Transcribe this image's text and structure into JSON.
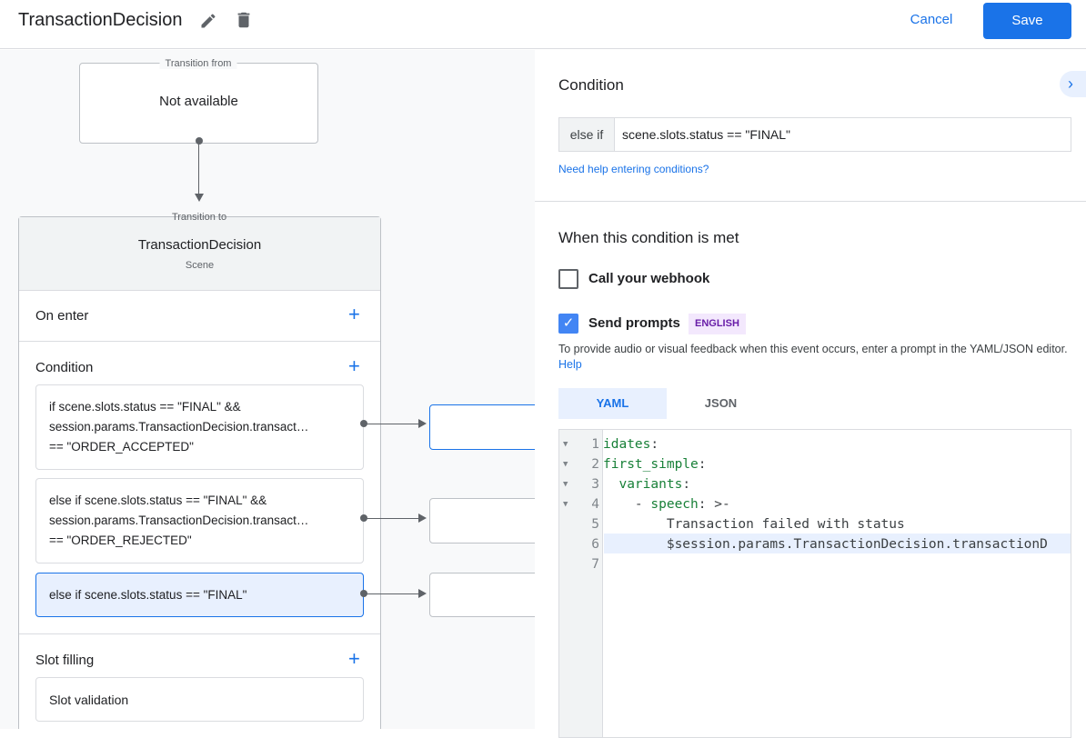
{
  "header": {
    "title": "TransactionDecision",
    "edit_icon": "pencil-icon",
    "delete_icon": "trash-icon",
    "cancel_label": "Cancel",
    "save_label": "Save"
  },
  "canvas": {
    "transition_from": {
      "legend": "Transition from",
      "value": "Not available"
    },
    "transition_to": {
      "legend": "Transition to",
      "scene_name": "TransactionDecision",
      "scene_type": "Scene"
    },
    "on_enter": {
      "label": "On enter"
    },
    "condition": {
      "label": "Condition",
      "cards": [
        {
          "lines": [
            "if scene.slots.status == \"FINAL\" &&",
            "session.params.TransactionDecision.transact…",
            "== \"ORDER_ACCEPTED\""
          ]
        },
        {
          "lines": [
            "else if scene.slots.status == \"FINAL\" &&",
            "session.params.TransactionDecision.transact…",
            "== \"ORDER_REJECTED\""
          ]
        },
        {
          "lines": [
            "else if scene.slots.status == \"FINAL\""
          ],
          "selected": true
        }
      ]
    },
    "slot_filling": {
      "label": "Slot filling",
      "slot_validation": "Slot validation"
    }
  },
  "panel": {
    "condition_title": "Condition",
    "condition_prefix": "else if",
    "condition_value": "scene.slots.status == \"FINAL\"",
    "help_link": "Need help entering conditions?",
    "met_title": "When this condition is met",
    "webhook": {
      "label": "Call your webhook",
      "checked": false
    },
    "prompts": {
      "label": "Send prompts",
      "checked": true,
      "badge": "ENGLISH"
    },
    "description": "To provide audio or visual feedback when this event occurs, enter a prompt in the YAML/JSON editor.",
    "description_link": "Help",
    "tabs": [
      {
        "label": "YAML",
        "active": true
      },
      {
        "label": "JSON",
        "active": false
      }
    ],
    "code": [
      {
        "n": "1",
        "key": "idates",
        "rest": ":"
      },
      {
        "n": "2",
        "key": "first_simple",
        "rest": ":"
      },
      {
        "n": "3",
        "indent": "  ",
        "key": "variants",
        "rest": ":"
      },
      {
        "n": "4",
        "indent": "    - ",
        "key": "speech",
        "rest": ": >-"
      },
      {
        "n": "5",
        "indent": "        ",
        "text": "Transaction failed with status"
      },
      {
        "n": "6",
        "indent": "        ",
        "text": "$session.params.TransactionDecision.transactionD"
      },
      {
        "n": "7"
      }
    ],
    "colors": {
      "accent": "#1a73e8",
      "yaml_key": "#188038",
      "badge_bg": "#f3e8fd",
      "badge_fg": "#681da8"
    }
  }
}
